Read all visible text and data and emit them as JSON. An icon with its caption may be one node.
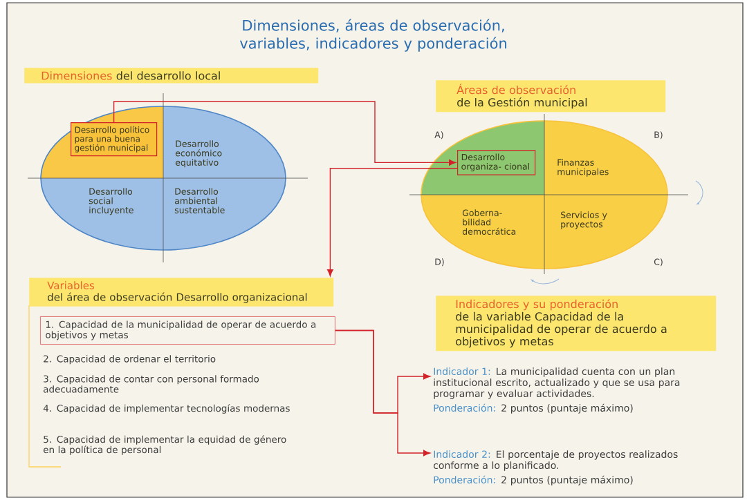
{
  "diagram": {
    "title": "Dimensiones, áreas de observación, variables, indicadores y ponderación",
    "nodes": [
      {
        "text": [
          "Dimensiones",
          "del desarrollo local"
        ]
      },
      {
        "text": [],
        "shape": "circle"
      },
      {
        "text": [
          "Desarrollo político para una buena gestión municipal"
        ],
        "in": 1
      },
      {
        "text": [
          "Desarrollo económico equitativo"
        ],
        "in": 1
      },
      {
        "text": [
          "Desarrollo social incluyente"
        ],
        "in": 1
      },
      {
        "text": [
          "Desarrollo ambiental sustentable"
        ],
        "in": 1
      },
      {
        "text": [
          "Áreas de observación",
          "de la Gestión municipal"
        ]
      },
      {
        "text": [],
        "shape": "circle"
      },
      {
        "text": [
          "Desarrollo organiza- cional"
        ],
        "in": 7
      },
      {
        "text": [
          "Finanzas municipales"
        ],
        "in": 7
      },
      {
        "text": [
          "Goberna- bilidad democrática"
        ],
        "in": 7
      },
      {
        "text": [
          "Servicios y proyectos"
        ],
        "in": 7
      },
      {
        "text": [
          "Variables",
          "del área de observación Desarrollo organizacional"
        ]
      },
      {
        "text": [
          "1. Capacidad de la municipalidad de operar de acuerdo a objetivos y metas"
        ]
      },
      {
        "text": [
          "Indicadores y su ponderación",
          "de la variable Capacidad de la municipalidad de operar de acuerdo a objetivos y metas"
        ]
      },
      {
        "text": [
          "Indicador 1:",
          "La municipalidad cuenta con un plan institucional escrito, actualizado y que se usa para programar y evaluar actividades.",
          "Ponderación:",
          "2 puntos (puntaje máximo)"
        ]
      },
      {
        "text": [
          "Indicador 2:",
          "El porcentaje de proyectos realizados conforme a lo planificado.",
          "Ponderación:",
          "2 puntos (puntaje máximo)"
        ]
      }
    ],
    "edges": [
      {
        "from": 2,
        "to": 8,
        "arrow": "to"
      },
      {
        "from": 8,
        "to": 12,
        "arrow": "to"
      },
      {
        "from": 13,
        "to": 15,
        "arrow": "to"
      },
      {
        "from": 13,
        "to": 16,
        "arrow": "to"
      }
    ],
    "labels": [
      "A)",
      "B)",
      "D)",
      "C)",
      "2. Capacidad de ordenar el territorio",
      "3. Capacidad de contar con personal formado adecuadamente",
      "4. Capacidad de implementar tecnologías modernas",
      "5. Capacidad de implementar la equidad de género en la política de personal"
    ]
  }
}
